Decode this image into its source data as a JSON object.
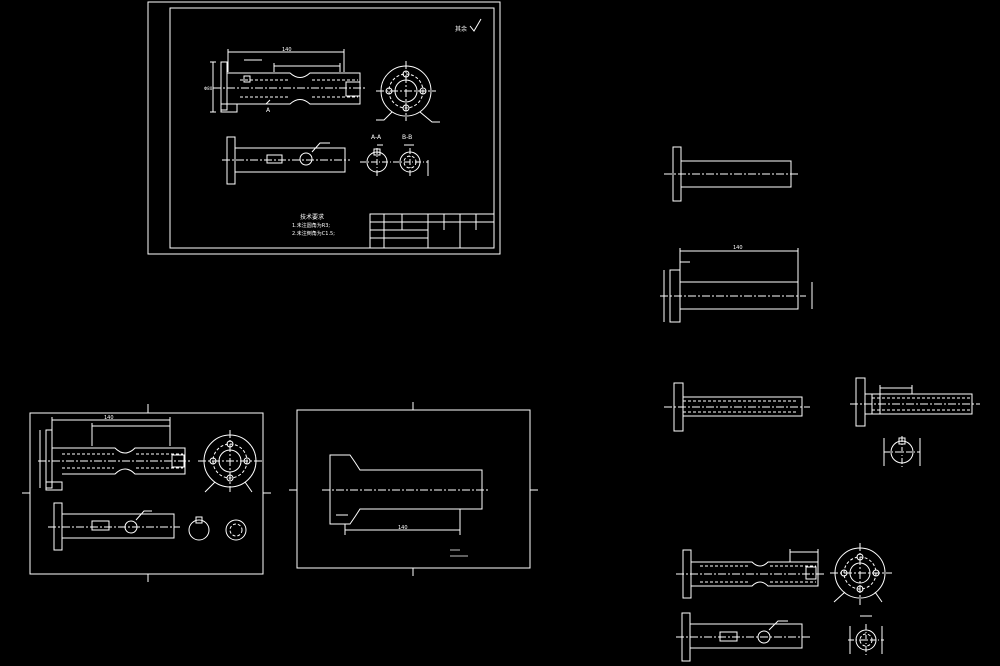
{
  "colors": {
    "background": "#000000",
    "line": "#ffffff",
    "dim": "#dddddd"
  },
  "drawing": {
    "roughness_mark": "其余",
    "tech_title": "技术要求",
    "tech_req_1": "1.未注圆角为R3;",
    "tech_req_2": "2.未注倒角为C1.5;",
    "section_aa": "A-A",
    "section_bb": "B-B",
    "section_letter_a": "A"
  }
}
